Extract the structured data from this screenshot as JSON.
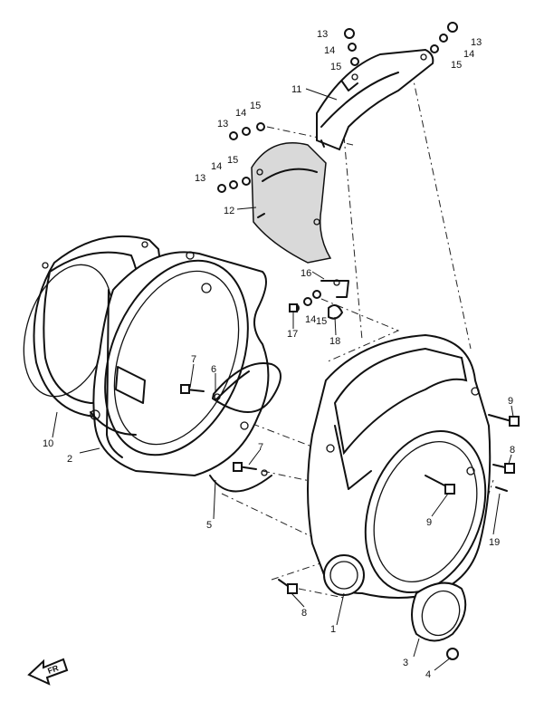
{
  "callouts": {
    "c1": "1",
    "c2": "2",
    "c3": "3",
    "c4": "4",
    "c5": "5",
    "c6": "6",
    "c7a": "7",
    "c7b": "7",
    "c8a": "8",
    "c8b": "8",
    "c9a": "9",
    "c9b": "9",
    "c10": "10",
    "c11": "11",
    "c12": "12",
    "c13a": "13",
    "c13b": "13",
    "c13c": "13",
    "c13d": "13",
    "c14a": "14",
    "c14b": "14",
    "c14c": "14",
    "c14d": "14",
    "c14e": "14",
    "c15a": "15",
    "c15b": "15",
    "c15c": "15",
    "c15d": "15",
    "c15e": "15",
    "c16": "16",
    "c17": "17",
    "c18": "18",
    "c19": "19"
  },
  "front_marker": {
    "label": "FR"
  }
}
